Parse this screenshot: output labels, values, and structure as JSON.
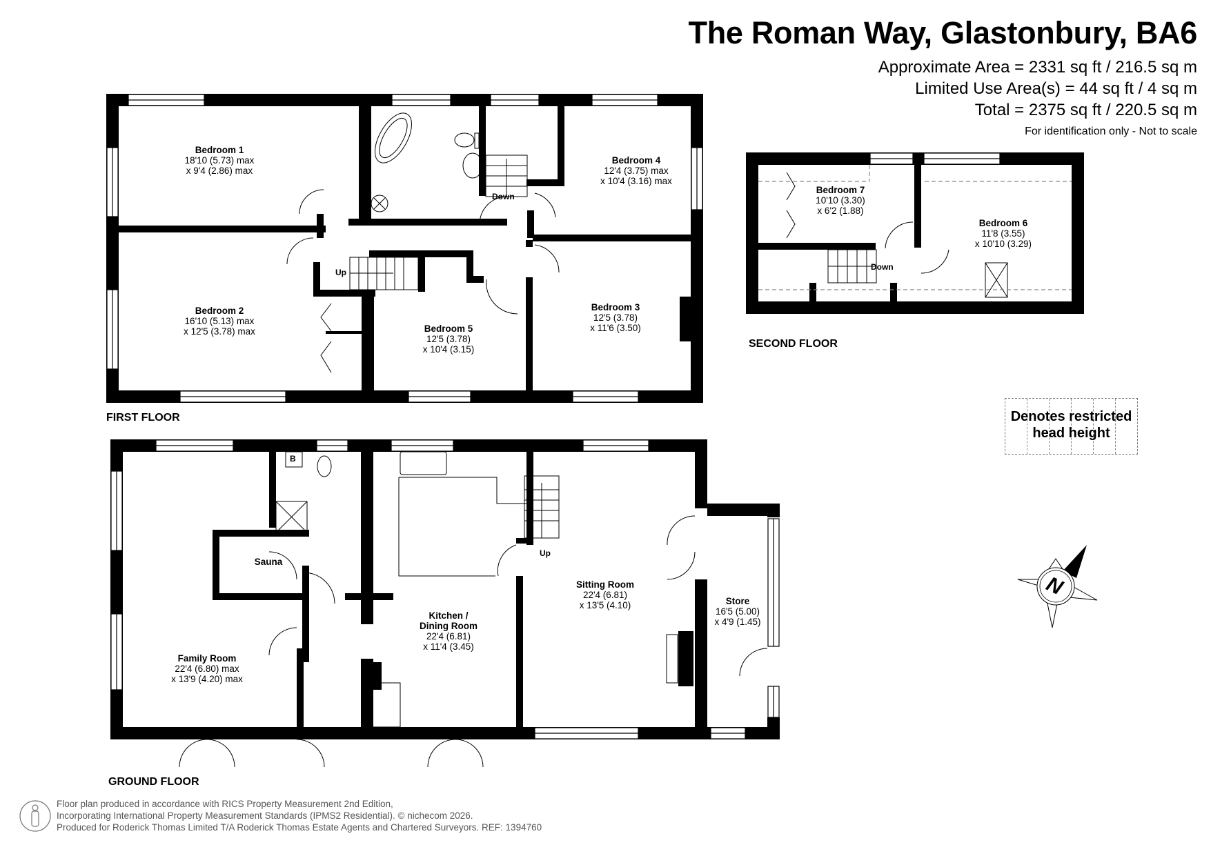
{
  "header": {
    "title": "The Roman Way, Glastonbury, BA6",
    "approx_area": "Approximate Area = 2331 sq ft / 216.5 sq m",
    "limited_use": "Limited Use Area(s) = 44 sq ft / 4 sq m",
    "total": "Total = 2375 sq ft / 220.5 sq m",
    "note": "For identification only - Not to scale"
  },
  "floors": {
    "first": {
      "label": "FIRST FLOOR",
      "rooms": [
        {
          "name": "Bedroom 1",
          "dim1": "18'10 (5.73) max",
          "dim2": "x 9'4 (2.86) max"
        },
        {
          "name": "Bedroom 2",
          "dim1": "16'10 (5.13) max",
          "dim2": "x 12'5 (3.78) max"
        },
        {
          "name": "Bedroom 3",
          "dim1": "12'5 (3.78)",
          "dim2": "x 11'6 (3.50)"
        },
        {
          "name": "Bedroom 4",
          "dim1": "12'4 (3.75) max",
          "dim2": "x 10'4 (3.16) max"
        },
        {
          "name": "Bedroom 5",
          "dim1": "12'5 (3.78)",
          "dim2": "x 10'4 (3.15)"
        }
      ],
      "stairs_up": "Up",
      "stairs_down": "Down"
    },
    "second": {
      "label": "SECOND FLOOR",
      "rooms": [
        {
          "name": "Bedroom 7",
          "dim1": "10'10 (3.30)",
          "dim2": "x 6'2 (1.88)"
        },
        {
          "name": "Bedroom 6",
          "dim1": "11'8 (3.55)",
          "dim2": "x 10'10 (3.29)"
        }
      ],
      "stairs_down": "Down"
    },
    "ground": {
      "label": "GROUND FLOOR",
      "rooms": [
        {
          "name": "Family Room",
          "dim1": "22'4 (6.80) max",
          "dim2": "x 13'9 (4.20) max"
        },
        {
          "name": "Sauna"
        },
        {
          "name": "Kitchen /",
          "name2": "Dining Room",
          "dim1": "22'4 (6.81)",
          "dim2": "x 11'4 (3.45)"
        },
        {
          "name": "Sitting Room",
          "dim1": "22'4 (6.81)",
          "dim2": "x 13'5 (4.10)"
        },
        {
          "name": "Store",
          "dim1": "16'5 (5.00)",
          "dim2": "x 4'9 (1.45)"
        }
      ],
      "boiler": "B",
      "stairs_up": "Up"
    }
  },
  "legend": {
    "restricted_line1": "Denotes restricted",
    "restricted_line2": "head height"
  },
  "compass": {
    "letter": "N"
  },
  "footer": {
    "line1": "Floor plan produced in accordance with RICS Property Measurement 2nd Edition,",
    "line2": "Incorporating International Property Measurement Standards (IPMS2 Residential).   © nichecom 2026.",
    "line3": "Produced for Roderick Thomas Limited T/A Roderick Thomas Estate Agents and Chartered Surveyors.   REF: 1394760"
  }
}
